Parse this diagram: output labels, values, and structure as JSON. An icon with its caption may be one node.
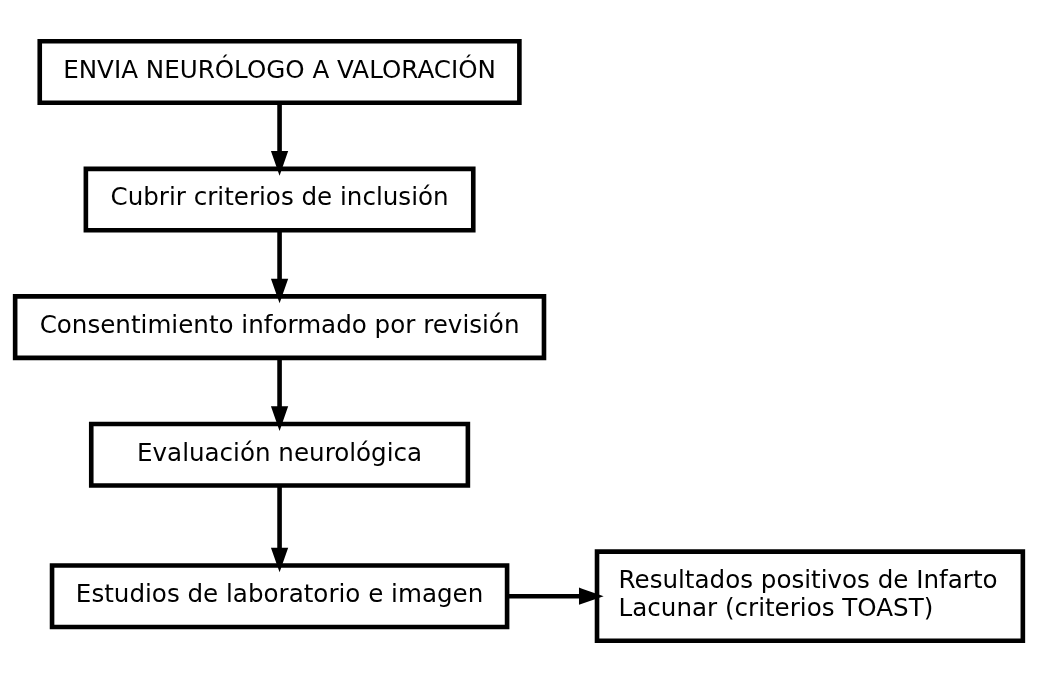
{
  "diagram": {
    "nodes": [
      {
        "text": [
          "ENVIA NEURÓLOGO A VALORACIÓN"
        ]
      },
      {
        "text": [
          "Cubrir criterios de inclusión"
        ]
      },
      {
        "text": [
          "Consentimiento informado por revisión"
        ]
      },
      {
        "text": [
          "Evaluación neurológica"
        ]
      },
      {
        "text": [
          "Estudios de laboratorio e imagen"
        ]
      },
      {
        "text": [
          "Resultados positivos de Infarto Lacunar (criterios TOAST)"
        ]
      }
    ],
    "edges": [
      {
        "from": 0,
        "to": 1,
        "arrow": "to"
      },
      {
        "from": 1,
        "to": 2,
        "arrow": "to"
      },
      {
        "from": 2,
        "to": 3,
        "arrow": "to"
      },
      {
        "from": 3,
        "to": 4,
        "arrow": "to"
      },
      {
        "from": 4,
        "to": 5,
        "arrow": "to"
      }
    ]
  }
}
